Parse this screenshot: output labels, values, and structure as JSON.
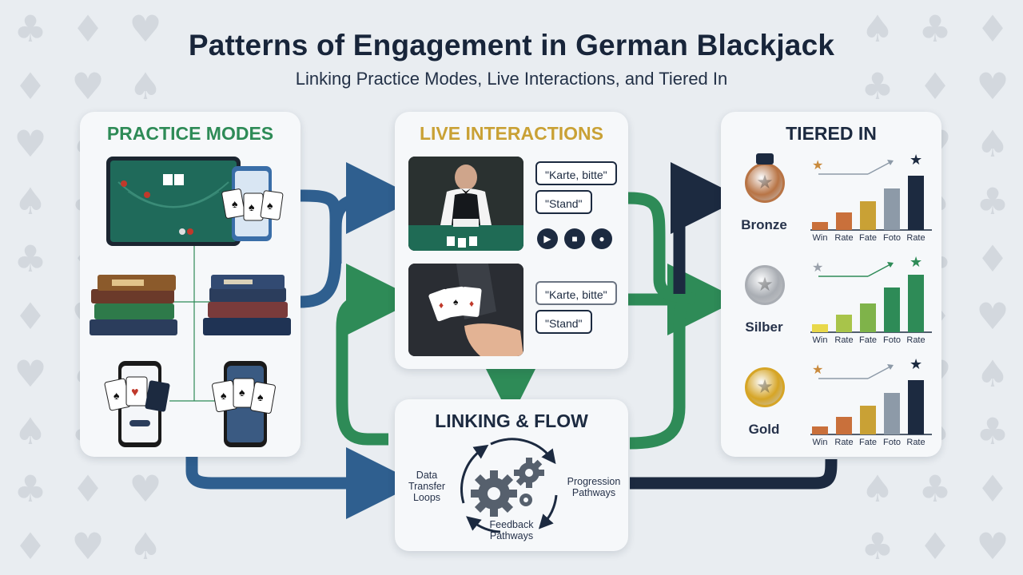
{
  "header": {
    "title": "Patterns of Engagement in German Blackjack",
    "subtitle": "Linking Practice Modes, Live Interactions, and Tiered In"
  },
  "practice": {
    "title": "PRACTICE MODES",
    "color": "#2e8b57"
  },
  "live": {
    "title": "LIVE INTERACTIONS",
    "color": "#c9a135",
    "bubbles_top": [
      "\"Karte, bitte\"",
      "\"Stand\""
    ],
    "bubbles_bottom": [
      "\"Karte, bitte\"",
      "\"Stand\""
    ],
    "controls": [
      "video-icon",
      "camera-icon",
      "microphone-icon"
    ]
  },
  "tiers": {
    "title": "TIERED IN",
    "ticks": [
      "Win",
      "Rate",
      "Fate",
      "Foto",
      "Rate"
    ],
    "levels": [
      {
        "name": "Bronze",
        "medal_color": "#b87445",
        "star_color": "#c98a3c",
        "trend_color": "#8d9aa8",
        "last_star_color": "#1c2a40"
      },
      {
        "name": "Silber",
        "medal_color": "#a9adb3",
        "star_color": "#9aa1ab",
        "trend_color": "#2e8b57",
        "last_star_color": "#2e8b57"
      },
      {
        "name": "Gold",
        "medal_color": "#d6a526",
        "star_color": "#c98a3c",
        "trend_color": "#8d9aa8",
        "last_star_color": "#1c2a40"
      }
    ]
  },
  "flow": {
    "title": "LINKING & FLOW",
    "labels": {
      "left": "Data\nTransfer\nLoops",
      "right": "Progression\nPathways",
      "bottom": "Feedback\nPathways"
    }
  },
  "colors": {
    "navy": "#1c2a40",
    "blue": "#2f5f8f",
    "green": "#2e8b57",
    "gold": "#c9a135"
  }
}
